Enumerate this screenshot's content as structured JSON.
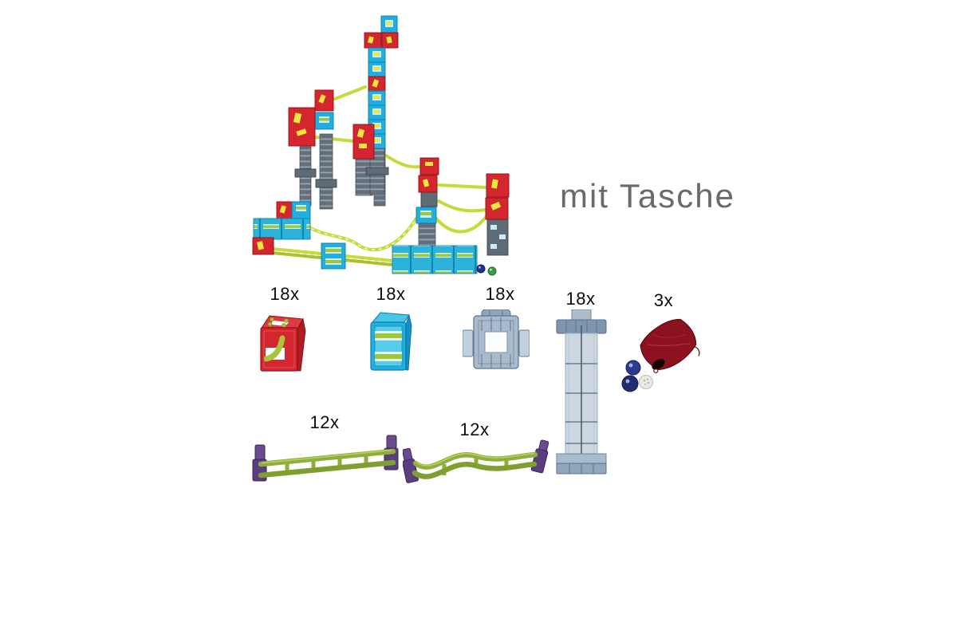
{
  "annotation": {
    "text": "mit Tasche"
  },
  "model": {
    "name": "assembled marble-run construction set",
    "elements": [
      "red cubes",
      "blue cubes",
      "grey pillars",
      "green tracks"
    ],
    "marble_colors_shown": [
      "navy blue",
      "green"
    ]
  },
  "parts": [
    {
      "name": "red cube with curved chute",
      "quantity": "18x"
    },
    {
      "name": "blue cube with straight track",
      "quantity": "18x"
    },
    {
      "name": "grey frame cube",
      "quantity": "18x"
    },
    {
      "name": "grey tower pillar",
      "quantity": "18x"
    },
    {
      "name": "marble bag with marbles",
      "quantity": "3x"
    },
    {
      "name": "straight green rail with purple connectors",
      "quantity": "12x"
    },
    {
      "name": "curved green rail with purple connectors",
      "quantity": "12x"
    }
  ],
  "colors": {
    "red_cube": "#d3262e",
    "blue_cube": "#22aede",
    "smoke_part": "#a9bacd",
    "track_green": "#9cc93a",
    "rail_green": "#c6da3a",
    "connector_purple": "#5b3e7e",
    "bag_maroon": "#8c1220",
    "marble_navy": "#2b3c8c",
    "marble_green": "#3a9e3c",
    "marble_white": "#e9eae4",
    "text_gray": "#6a6a6a"
  }
}
